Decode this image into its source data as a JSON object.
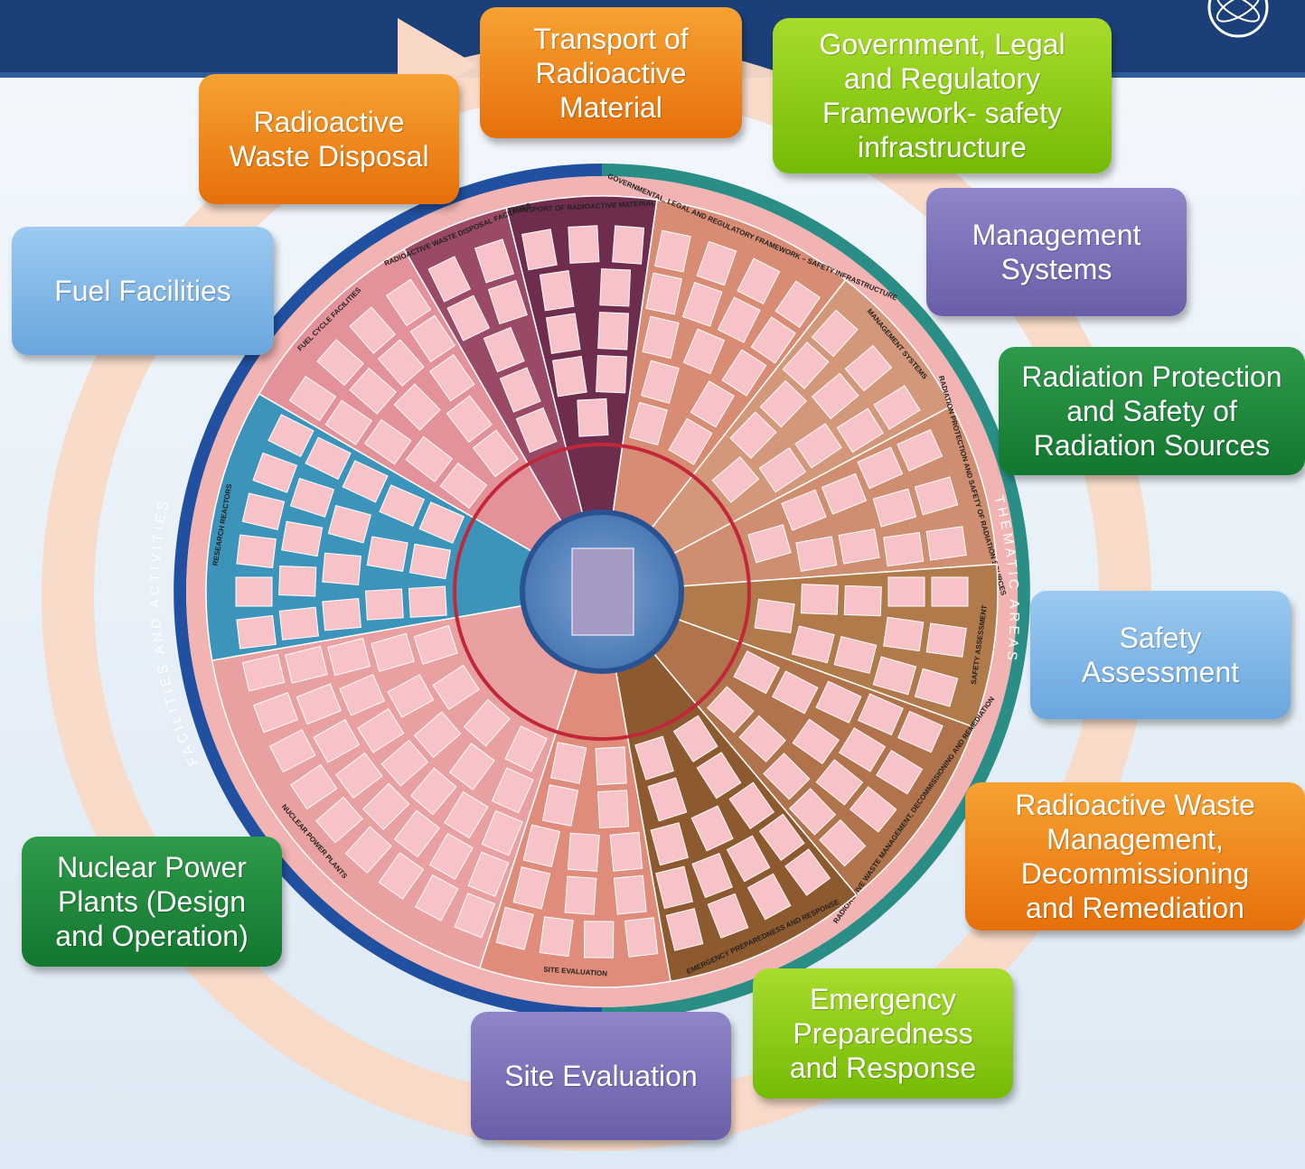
{
  "colors": {
    "header": "#1b3f78",
    "ring_outer_left": "#2150a0",
    "ring_outer_right": "#2a8e86",
    "arrow": "#f9d9c6",
    "inner_ring": "#c0283a"
  },
  "topics": [
    {
      "id": "transport",
      "label": "Transport of\nRadioactive\nMaterial",
      "color": "orange"
    },
    {
      "id": "government",
      "label": "Government, Legal\nand Regulatory\nFramework- safety\ninfrastructure",
      "color": "lime"
    },
    {
      "id": "management",
      "label": "Management\nSystems",
      "color": "purple"
    },
    {
      "id": "radiation",
      "label": "Radiation Protection\nand Safety of\nRadiation Sources",
      "color": "dgreen"
    },
    {
      "id": "safety-assessment",
      "label": "Safety\nAssessment",
      "color": "lblue"
    },
    {
      "id": "waste-management",
      "label": "Radioactive Waste\nManagement,\nDecommissioning\nand Remediation",
      "color": "orange"
    },
    {
      "id": "emergency",
      "label": "Emergency\nPreparedness\nand Response",
      "color": "lime"
    },
    {
      "id": "site-evaluation",
      "label": "Site Evaluation",
      "color": "purple"
    },
    {
      "id": "nuclear-power",
      "label": "Nuclear Power\nPlants (Design\nand Operation)",
      "color": "dgreen"
    },
    {
      "id": "fuel-facilities",
      "label": "Fuel Facilities",
      "color": "lblue"
    },
    {
      "id": "waste-disposal",
      "label": "Radioactive\nWaste Disposal",
      "color": "orange"
    }
  ],
  "wheel": {
    "ring_left_label": "FACILITIES AND ACTIVITIES",
    "ring_right_label": "THEMATIC AREAS",
    "segments": [
      {
        "label": "TRANSPORT OF RADIOACTIVE MATERIAL",
        "color": "#6e2d4c"
      },
      {
        "label": "GOVERNMENTAL, LEGAL AND REGULATORY FRAMEWORK – SAFETY INFRASTRUCTURE",
        "color": "#d98c74"
      },
      {
        "label": "MANAGEMENT SYSTEMS",
        "color": "#d3977a"
      },
      {
        "label": "RADIATION PROTECTION AND SAFETY OF RADIATION SOURCES",
        "color": "#cf8e70"
      },
      {
        "label": "SAFETY ASSESSMENT",
        "color": "#b07a4a"
      },
      {
        "label": "RADIOACTIVE WASTE MANAGEMENT, DECOMMISSIONING AND REMEDIATION",
        "color": "#b0734c"
      },
      {
        "label": "EMERGENCY PREPAREDNESS AND RESPONSE",
        "color": "#8d5a30"
      },
      {
        "label": "SITE EVALUATION",
        "color": "#e08c7a"
      },
      {
        "label": "NUCLEAR POWER PLANTS",
        "color": "#e8a0a0"
      },
      {
        "label": "RESEARCH REACTORS",
        "color": "#3d94bb"
      },
      {
        "label": "FUEL CYCLE FACILITIES",
        "color": "#e4929a"
      },
      {
        "label": "RADIOACTIVE WASTE DISPOSAL FACILITIES",
        "color": "#9a4a66"
      }
    ]
  }
}
